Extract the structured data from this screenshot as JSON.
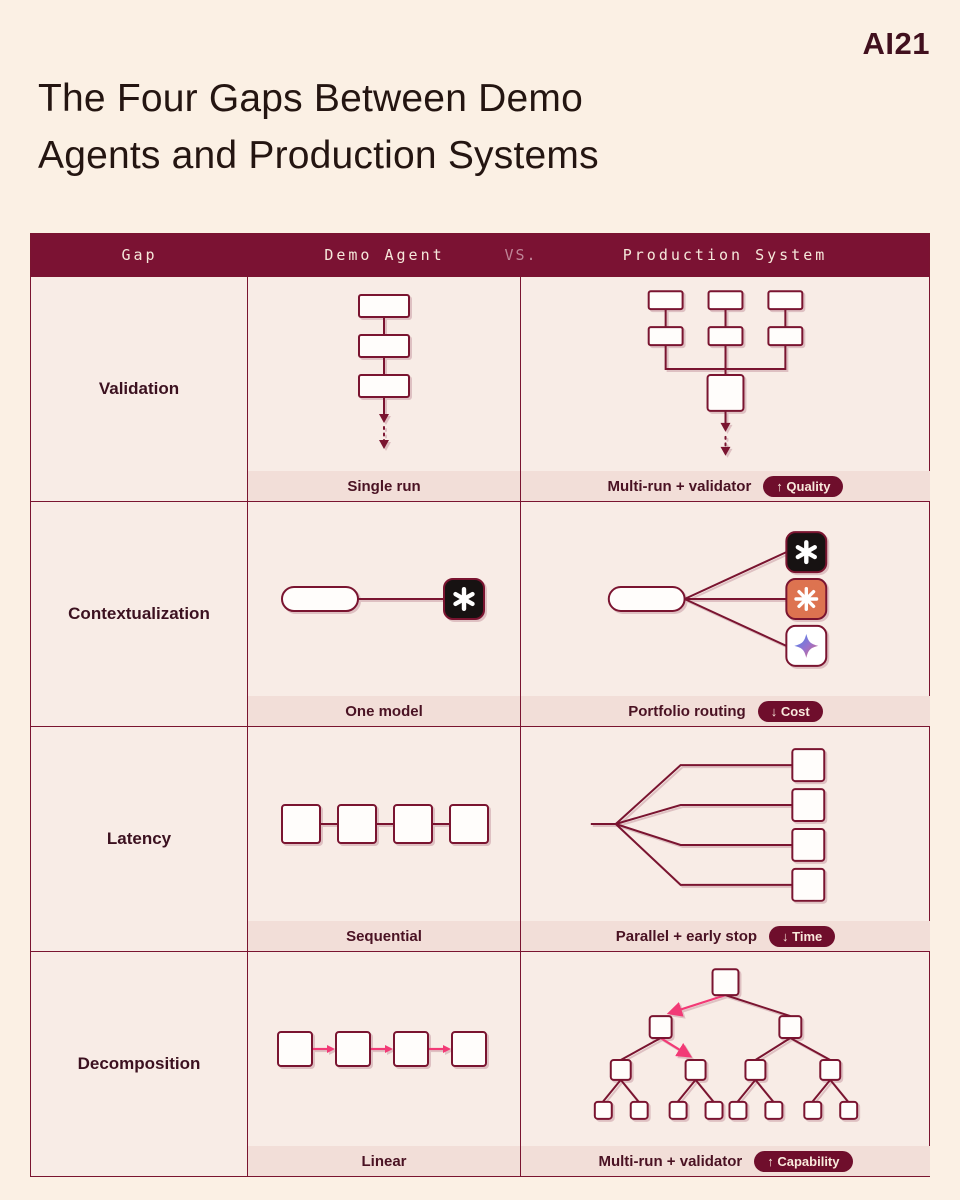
{
  "colors": {
    "background": "#FBF0E4",
    "maroon": "#7A1430",
    "header_bg": "#7B1233",
    "pink_accent": "#F23A76",
    "badge_bg": "#6F0E2C",
    "cell_bg": "#F8ECE6",
    "caption_strip_bg": "#F2DED8",
    "openai_black": "#171212",
    "claude_orange": "#DD7350"
  },
  "page": {
    "logo": "AI21",
    "title_line1": "The Four Gaps Between Demo",
    "title_line2": "Agents and Production Systems"
  },
  "table": {
    "header": {
      "gap": "Gap",
      "demo": "Demo Agent",
      "vs": "VS.",
      "production": "Production System"
    },
    "rows": [
      {
        "gap": "Validation",
        "demo_caption": "Single run",
        "production_caption": "Multi-run + validator",
        "badge": "↑ Quality"
      },
      {
        "gap": "Contextualization",
        "demo_caption": "One model",
        "production_caption": "Portfolio routing",
        "badge": "↓ Cost"
      },
      {
        "gap": "Latency",
        "demo_caption": "Sequential",
        "production_caption": "Parallel + early stop",
        "badge": "↓ Time"
      },
      {
        "gap": "Decomposition",
        "demo_caption": "Linear",
        "production_caption": "Multi-run + validator",
        "badge": "↑ Capability"
      }
    ],
    "icons": {
      "demo_model": "openai-icon",
      "production_models": [
        "openai-icon",
        "claude-icon",
        "gemini-icon"
      ]
    }
  }
}
